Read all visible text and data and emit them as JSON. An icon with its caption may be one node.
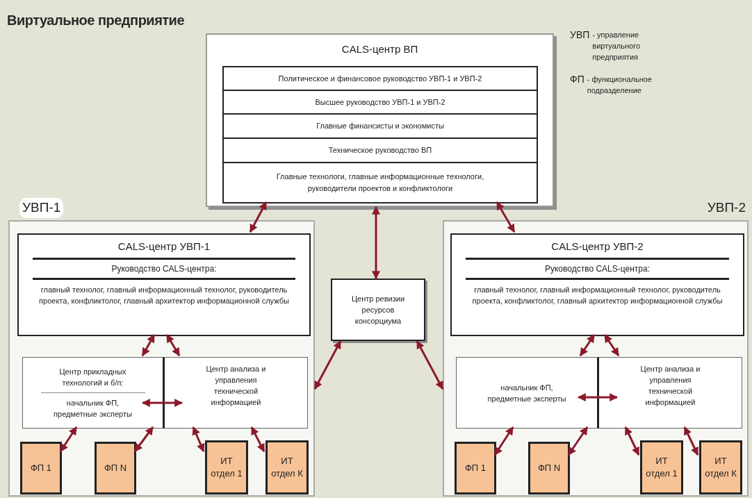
{
  "diagram": {
    "title": "Виртуальное предприятие",
    "nodes": [
      {
        "text": [
          "CALS-центр ВП"
        ]
      },
      {
        "text": [
          "Политическое и финансовое руководство УВП-1 и УВП-2"
        ],
        "in": 0
      },
      {
        "text": [
          "Высшее руководство УВП-1 и УВП-2"
        ],
        "in": 0
      },
      {
        "text": [
          "Главные финансисты и экономисты"
        ],
        "in": 0
      },
      {
        "text": [
          "Техническое руководство ВП"
        ],
        "in": 0
      },
      {
        "text": [
          "Главные технологи, главные информационные технологи, руководители проектов и конфликтологи"
        ],
        "in": 0
      },
      {
        "text": [
          "УВП-1"
        ]
      },
      {
        "text": [
          "CALS-центр УВП-1",
          "Руководство CALS-центра:",
          "главный технолог, главный информационный технолог, руководитель проекта, конфликтолог, главный архитектор информационной службы"
        ],
        "in": 6
      },
      {
        "text": [
          "Центр прикладных технологий и б/п:",
          "начальник ФП, предметные эксперты"
        ],
        "in": 6
      },
      {
        "text": [
          "Центр анализа и управления технической информацией"
        ],
        "in": 6
      },
      {
        "text": [
          "ФП 1"
        ],
        "in": 6
      },
      {
        "text": [
          "ФП N"
        ],
        "in": 6
      },
      {
        "text": [
          "ИТ отдел 1"
        ],
        "in": 6
      },
      {
        "text": [
          "ИТ отдел К"
        ],
        "in": 6
      },
      {
        "text": [
          "Центр ревизии ресурсов консорциума"
        ]
      },
      {
        "text": [
          "УВП-2"
        ]
      },
      {
        "text": [
          "CALS-центр УВП-2",
          "Руководство CALS-центра:",
          "главный технолог, главный информационный технолог, руководитель проекта, конфликтолог, главный архитектор информационной службы"
        ],
        "in": 15
      },
      {
        "text": [
          "начальник ФП, предметные эксперты"
        ],
        "in": 15
      },
      {
        "text": [
          "Центр анализа и управления технической информацией"
        ],
        "in": 15
      },
      {
        "text": [
          "ФП 1"
        ],
        "in": 15
      },
      {
        "text": [
          "ФП N"
        ],
        "in": 15
      },
      {
        "text": [
          "ИТ отдел 1"
        ],
        "in": 15
      },
      {
        "text": [
          "ИТ отдел К"
        ],
        "in": 15
      }
    ],
    "edges": [
      {
        "from": 5,
        "to": 7,
        "arrow": "both"
      },
      {
        "from": 0,
        "to": 14,
        "arrow": "both"
      },
      {
        "from": 5,
        "to": 16,
        "arrow": "both"
      },
      {
        "from": 14,
        "to": 6,
        "arrow": "both"
      },
      {
        "from": 14,
        "to": 15,
        "arrow": "both"
      },
      {
        "from": 7,
        "to": 8,
        "arrow": "both"
      },
      {
        "from": 7,
        "to": 9,
        "arrow": "both"
      },
      {
        "from": 8,
        "to": 9,
        "arrow": "both"
      },
      {
        "from": 8,
        "to": 10,
        "arrow": "both"
      },
      {
        "from": 8,
        "to": 11,
        "arrow": "both"
      },
      {
        "from": 9,
        "to": 12,
        "arrow": "both"
      },
      {
        "from": 9,
        "to": 13,
        "arrow": "both"
      },
      {
        "from": 16,
        "to": 17,
        "arrow": "both"
      },
      {
        "from": 16,
        "to": 18,
        "arrow": "both"
      },
      {
        "from": 17,
        "to": 18,
        "arrow": "both"
      },
      {
        "from": 17,
        "to": 19,
        "arrow": "both"
      },
      {
        "from": 17,
        "to": 20,
        "arrow": "both"
      },
      {
        "from": 18,
        "to": 21,
        "arrow": "both"
      },
      {
        "from": 18,
        "to": 22,
        "arrow": "both"
      }
    ],
    "labels": [
      "УВП",
      "- управление виртуального предприятия",
      "ФП",
      "- функциональное подразделение"
    ]
  }
}
